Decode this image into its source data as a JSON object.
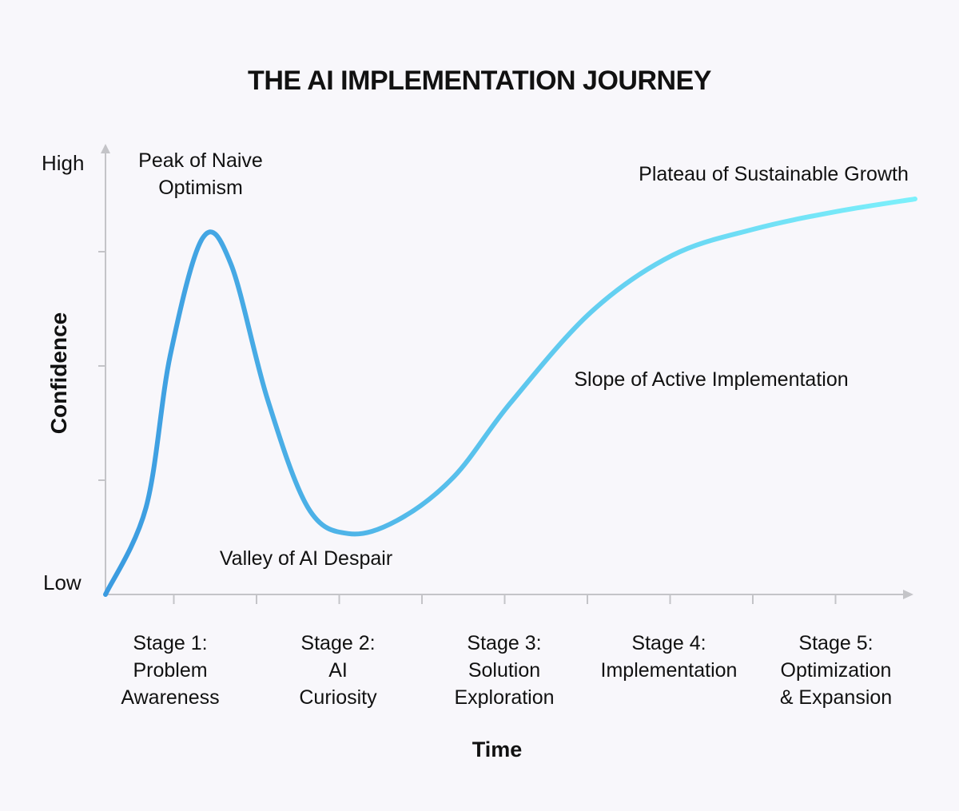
{
  "chart_data": {
    "type": "line",
    "title": "THE AI IMPLEMENTATION JOURNEY",
    "xlabel": "Time",
    "ylabel": "Confidence",
    "y_tick_labels": {
      "low": "Low",
      "high": "High"
    },
    "stages": [
      [
        "Stage 1:",
        "Problem",
        "Awareness"
      ],
      [
        "Stage 2:",
        "AI",
        "Curiosity"
      ],
      [
        "Stage 3:",
        "Solution",
        "Exploration"
      ],
      [
        "Stage 4:",
        "Implementation"
      ],
      [
        "Stage 5:",
        "Optimization",
        "& Expansion"
      ]
    ],
    "annotations": [
      [
        "Peak of Naive",
        "Optimism"
      ],
      [
        "Valley of AI Despair"
      ],
      [
        "Slope of Active Implementation"
      ],
      [
        "Plateau of Sustainable Growth"
      ]
    ],
    "xlim": [
      0,
      10
    ],
    "ylim": [
      0,
      1
    ],
    "x": [
      0,
      0.5,
      0.8,
      1.2,
      1.55,
      2.0,
      2.5,
      3.0,
      3.6,
      4.3,
      5.0,
      6.0,
      7.0,
      8.0,
      9.0,
      10.0
    ],
    "y": [
      0,
      0.2,
      0.55,
      0.82,
      0.76,
      0.45,
      0.2,
      0.14,
      0.17,
      0.27,
      0.44,
      0.65,
      0.78,
      0.84,
      0.88,
      0.91
    ],
    "grid": false,
    "line_gradient": [
      "#3b9be0",
      "#7df0fb"
    ]
  }
}
